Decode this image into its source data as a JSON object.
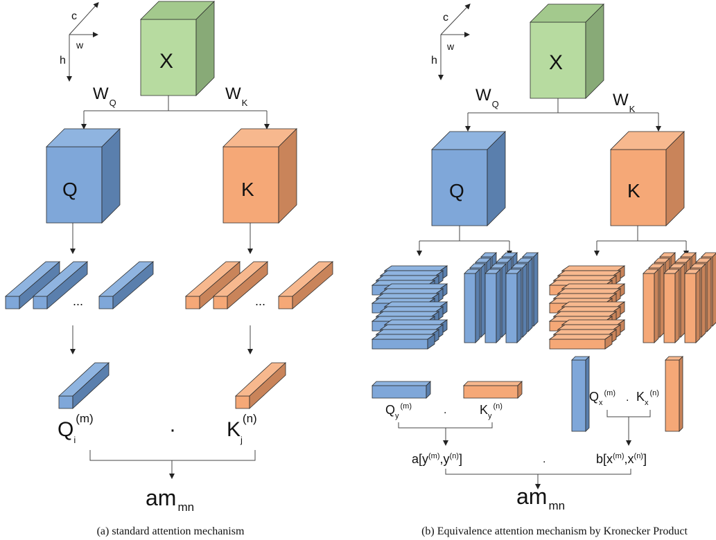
{
  "axes": {
    "c": "c",
    "w": "w",
    "h": "h"
  },
  "panel_a": {
    "x_label": "X",
    "wq": "W",
    "wq_sub": "Q",
    "wk": "W",
    "wk_sub": "K",
    "q_label": "Q",
    "k_label": "K",
    "ellipsis": "...",
    "qi": "Q",
    "qi_sub": "i",
    "qi_sup": "(m)",
    "dot": "·",
    "kj": "K",
    "kj_sub": "j",
    "kj_sup": "(n)",
    "am": "am",
    "am_sub": "mn",
    "caption": "(a) standard attention mechanism"
  },
  "panel_b": {
    "x_label": "X",
    "wq": "W",
    "wq_sub": "Q",
    "wk": "W",
    "wk_sub": "K",
    "q_label": "Q",
    "k_label": "K",
    "qy": "Q",
    "qy_sub": "y",
    "qy_sup": "(m)",
    "dot1": ".",
    "ky": "K",
    "ky_sub": "y",
    "ky_sup": "(n)",
    "qx": "Q",
    "qx_sub": "x",
    "qx_sup": "(m)",
    "dot2": ".",
    "kx": "K",
    "kx_sub": "x",
    "kx_sup": "(n)",
    "a_expr_pre": "a[y",
    "a_sup1": "(m)",
    "a_mid": ",y",
    "a_sup2": "(n)",
    "a_post": "]",
    "dot3": ".",
    "b_expr_pre": "b[x",
    "b_sup1": "(m)",
    "b_mid": ",x",
    "b_sup2": "(n)",
    "b_post": "]",
    "am": "am",
    "am_sub": "mn",
    "caption": "(b) Equivalence attention mechanism by Kronecker Product"
  },
  "colors": {
    "green": [
      "#b7dba0",
      "#a3c98d",
      "#88aa77"
    ],
    "blue": [
      "#7fa7d9",
      "#8fb4e0",
      "#5a7fad"
    ],
    "orange": [
      "#f5a877",
      "#f7b88e",
      "#c9845a"
    ]
  }
}
